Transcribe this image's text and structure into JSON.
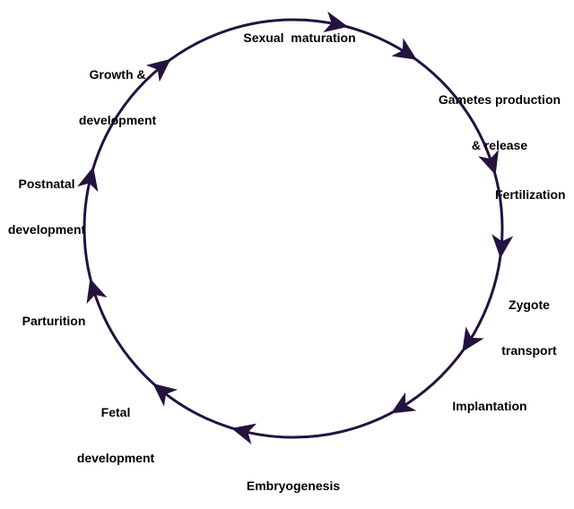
{
  "colors": {
    "cycle_stroke": "#24123f",
    "arrow_fill": "#24123f",
    "label_text": "#000000",
    "background": "#ffffff"
  },
  "stages": {
    "sexual_maturation": [
      "Sexual  maturation"
    ],
    "gametes": [
      "Gametes production",
      "& release"
    ],
    "fertilization": [
      "Fertilization"
    ],
    "zygote": [
      "Zygote",
      "transport"
    ],
    "implantation": [
      "Implantation"
    ],
    "embryogenesis": [
      "Embryogenesis"
    ],
    "fetal": [
      "Fetal",
      "development"
    ],
    "parturition": [
      "Parturition"
    ],
    "postnatal": [
      "Postnatal",
      "development"
    ],
    "growth": [
      "Growth &",
      "development"
    ]
  }
}
